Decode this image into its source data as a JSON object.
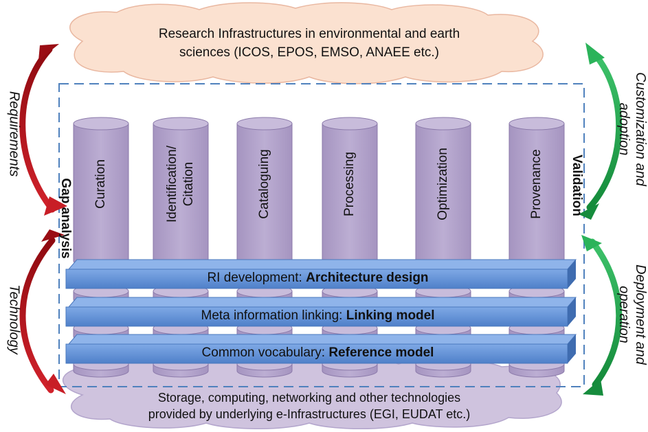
{
  "top_cloud": {
    "line1": "Research Infrastructures in environmental and earth",
    "line2": "sciences (ICOS, EPOS, EMSO, ANAEE etc.)"
  },
  "bottom_cloud": {
    "line1": "Storage, computing, networking and other technologies",
    "line2": "provided by underlying e-Infrastructures (EGI, EUDAT etc.)"
  },
  "left_labels": {
    "requirements": "Requirements",
    "technology": "Technology"
  },
  "right_labels": {
    "customization_line1": "Customization and",
    "customization_line2": "adoption",
    "deployment_line1": "Deployment and",
    "deployment_line2": "operation"
  },
  "side_bold": {
    "gap_analysis": "Gap analysis",
    "validation": "Validation"
  },
  "pillars": [
    {
      "line1": "Curation",
      "line2": ""
    },
    {
      "line1": "Identification/",
      "line2": "Citation"
    },
    {
      "line1": "Cataloguing",
      "line2": ""
    },
    {
      "line1": "Processing",
      "line2": ""
    },
    {
      "line1": "Optimization",
      "line2": ""
    },
    {
      "line1": "Provenance",
      "line2": ""
    }
  ],
  "layers": [
    {
      "prefix": "RI development: ",
      "bold": "Architecture design"
    },
    {
      "prefix": "Meta information linking: ",
      "bold": "Linking model"
    },
    {
      "prefix": "Common vocabulary: ",
      "bold": "Reference model"
    }
  ],
  "colors": {
    "top_cloud_fill": "#FBE1D0",
    "bottom_cloud_fill": "#CFC3DE",
    "pillar_fill": "#B4A4CC",
    "layer_fill": "#5B8FD6",
    "arrow_red": "#B31019",
    "arrow_green": "#1FA24A",
    "frame_dash": "#4F81BD"
  }
}
